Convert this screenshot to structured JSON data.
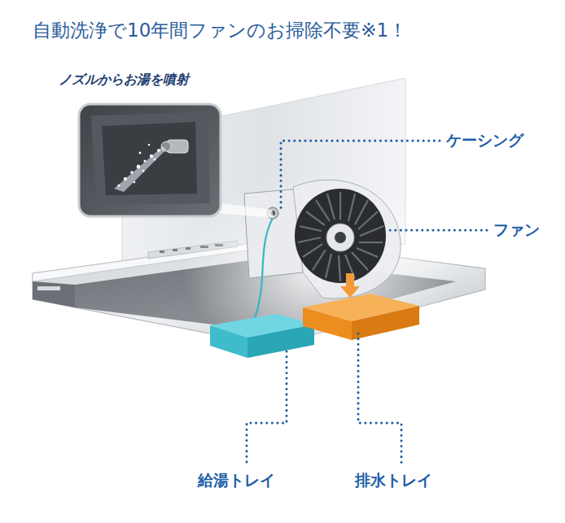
{
  "diagram": {
    "title": "自動洗浄で10年間ファンのお掃除不要※1！",
    "nodes": [
      {
        "text": [
          "ノズルからお湯を噴射"
        ]
      }
    ],
    "labels": [
      "ケーシング",
      "ファン",
      "給湯トレイ",
      "排水トレイ"
    ]
  }
}
